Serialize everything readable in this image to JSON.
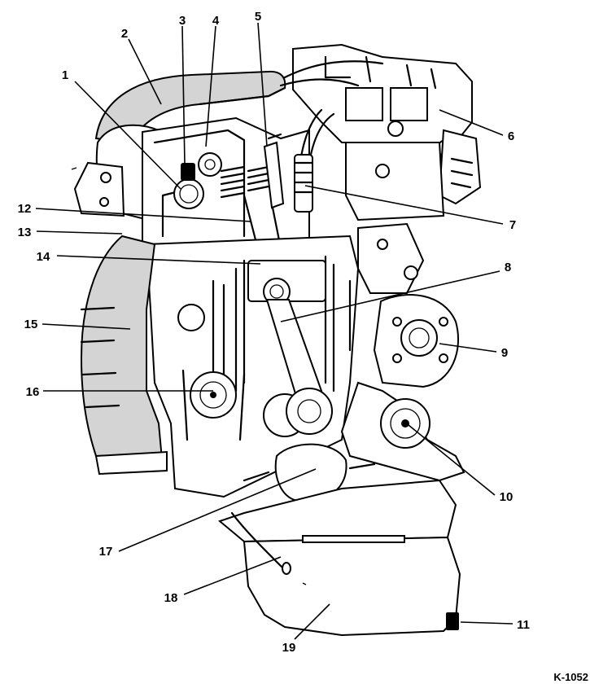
{
  "figure": {
    "code": "K-1052"
  },
  "callouts": [
    {
      "id": "1",
      "text": "1"
    },
    {
      "id": "2",
      "text": "2"
    },
    {
      "id": "3",
      "text": "3"
    },
    {
      "id": "4",
      "text": "4"
    },
    {
      "id": "5",
      "text": "5"
    },
    {
      "id": "6",
      "text": "6"
    },
    {
      "id": "7",
      "text": "7"
    },
    {
      "id": "8",
      "text": "8"
    },
    {
      "id": "9",
      "text": "9"
    },
    {
      "id": "10",
      "text": "10"
    },
    {
      "id": "11",
      "text": "11"
    },
    {
      "id": "12",
      "text": "12"
    },
    {
      "id": "13",
      "text": "13"
    },
    {
      "id": "14",
      "text": "14"
    },
    {
      "id": "15",
      "text": "15"
    },
    {
      "id": "16",
      "text": "16"
    },
    {
      "id": "17",
      "text": "17"
    },
    {
      "id": "18",
      "text": "18"
    },
    {
      "id": "19",
      "text": "19"
    }
  ]
}
